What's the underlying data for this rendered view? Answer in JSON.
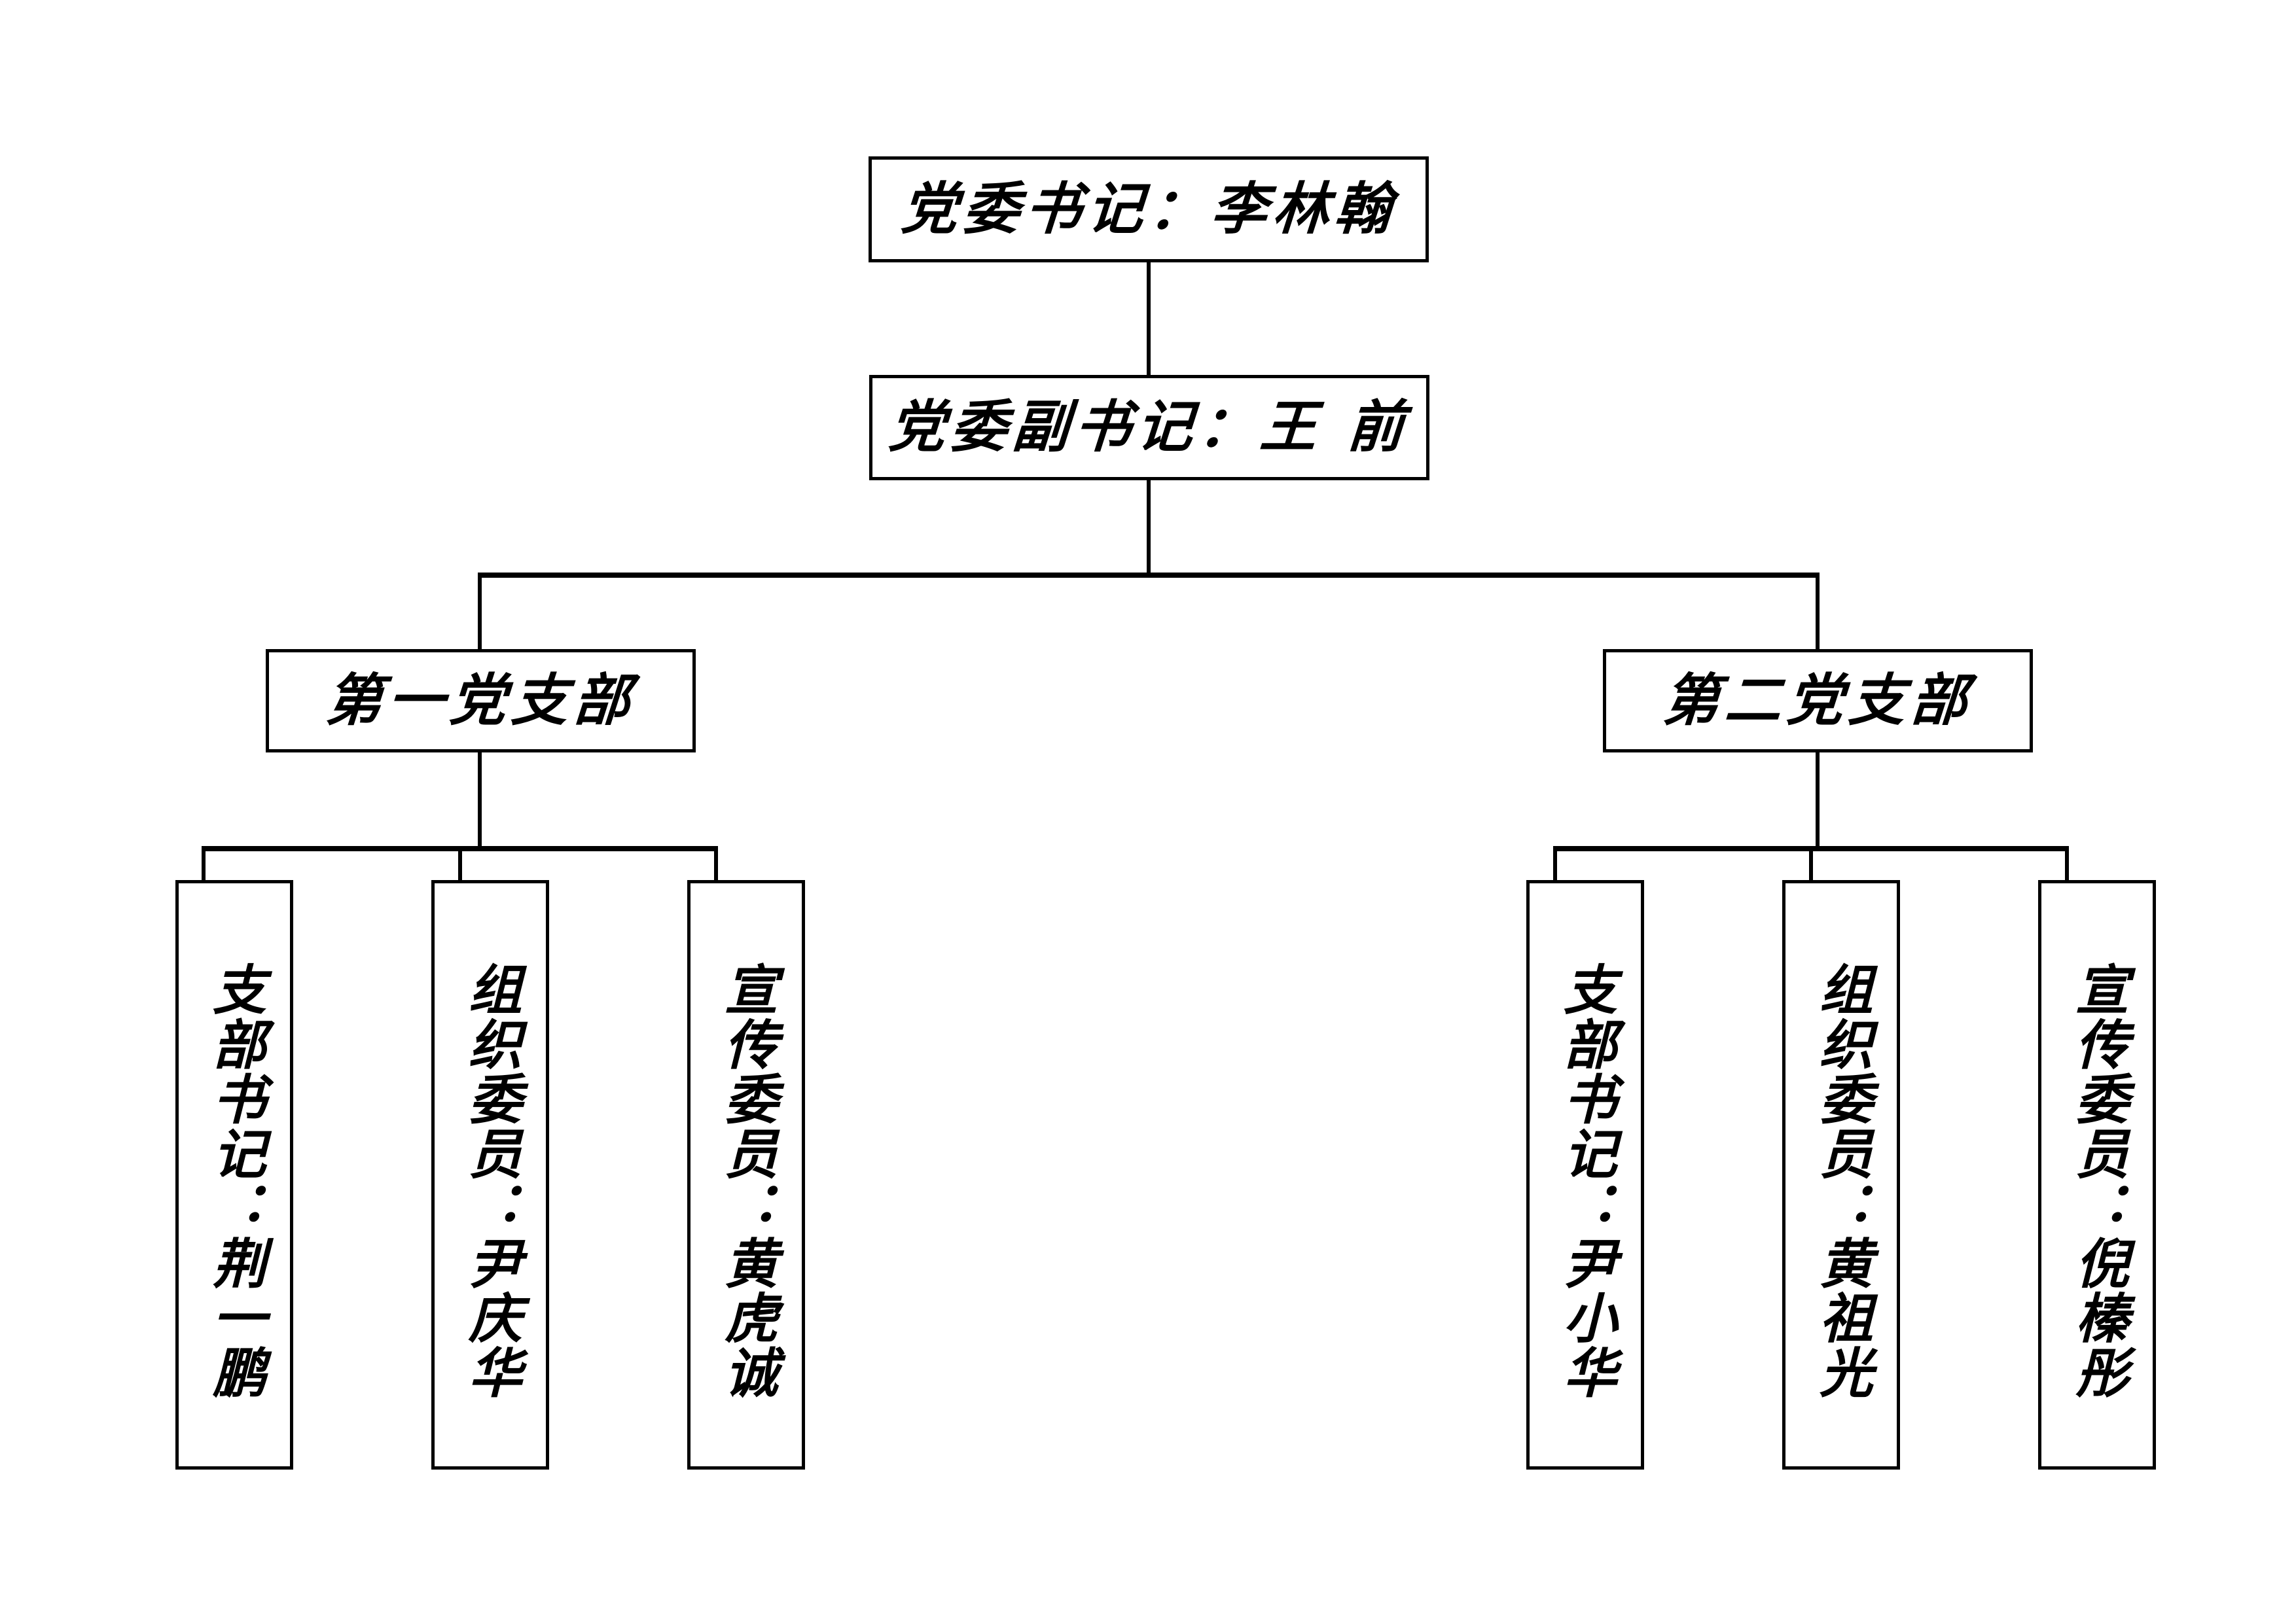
{
  "chart_data": {
    "type": "diagram",
    "title": "党组织架构图",
    "orientation": "top-down org chart",
    "nodes": [
      {
        "id": "n1",
        "label": "党委书记：李林翰",
        "role": "党委书记",
        "name": "李林翰",
        "level": 0,
        "text_direction": "horizontal"
      },
      {
        "id": "n2",
        "label": "党委副书记：王 前",
        "role": "党委副书记",
        "name": "王 前",
        "level": 1,
        "text_direction": "horizontal"
      },
      {
        "id": "n3",
        "label": "第一党支部",
        "role": "第一党支部",
        "name": "",
        "level": 2,
        "text_direction": "horizontal"
      },
      {
        "id": "n4",
        "label": "第二党支部",
        "role": "第二党支部",
        "name": "",
        "level": 2,
        "text_direction": "horizontal"
      },
      {
        "id": "n5",
        "label": "支部书记：荆一鹏",
        "role": "支部书记",
        "name": "荆一鹏",
        "level": 3,
        "text_direction": "vertical",
        "parent": "n3"
      },
      {
        "id": "n6",
        "label": "组织委员：尹庆华",
        "role": "组织委员",
        "name": "尹庆华",
        "level": 3,
        "text_direction": "vertical",
        "parent": "n3"
      },
      {
        "id": "n7",
        "label": "宣传委员：黄虎诚",
        "role": "宣传委员",
        "name": "黄虎诚",
        "level": 3,
        "text_direction": "vertical",
        "parent": "n3"
      },
      {
        "id": "n8",
        "label": "支部书记：尹小华",
        "role": "支部书记",
        "name": "尹小华",
        "level": 3,
        "text_direction": "vertical",
        "parent": "n4"
      },
      {
        "id": "n9",
        "label": "组织委员：黄祖光",
        "role": "组织委员",
        "name": "黄祖光",
        "level": 3,
        "text_direction": "vertical",
        "parent": "n4"
      },
      {
        "id": "n10",
        "label": "宣传委员：倪榛彤",
        "role": "宣传委员",
        "name": "倪榛彤",
        "level": 3,
        "text_direction": "vertical",
        "parent": "n4"
      }
    ],
    "edges": [
      {
        "from": "n1",
        "to": "n2"
      },
      {
        "from": "n2",
        "to": "n3"
      },
      {
        "from": "n2",
        "to": "n4"
      },
      {
        "from": "n3",
        "to": "n5"
      },
      {
        "from": "n3",
        "to": "n6"
      },
      {
        "from": "n3",
        "to": "n7"
      },
      {
        "from": "n4",
        "to": "n8"
      },
      {
        "from": "n4",
        "to": "n9"
      },
      {
        "from": "n4",
        "to": "n10"
      }
    ],
    "colors": {
      "background": "#ffffff",
      "stroke": "#000000",
      "text": "#000000"
    }
  },
  "org": {
    "secretary": {
      "label": "党委书记：李林翰"
    },
    "vice_secretary": {
      "label": "党委副书记：王 前"
    },
    "branch_one": {
      "label": "第一党支部",
      "members": [
        {
          "label": "支部书记：荆一鹏"
        },
        {
          "label": "组织委员：尹庆华"
        },
        {
          "label": "宣传委员：黄虎诚"
        }
      ]
    },
    "branch_two": {
      "label": "第二党支部",
      "members": [
        {
          "label": "支部书记：尹小华"
        },
        {
          "label": "组织委员：黄祖光"
        },
        {
          "label": "宣传委员：倪榛彤"
        }
      ]
    }
  }
}
